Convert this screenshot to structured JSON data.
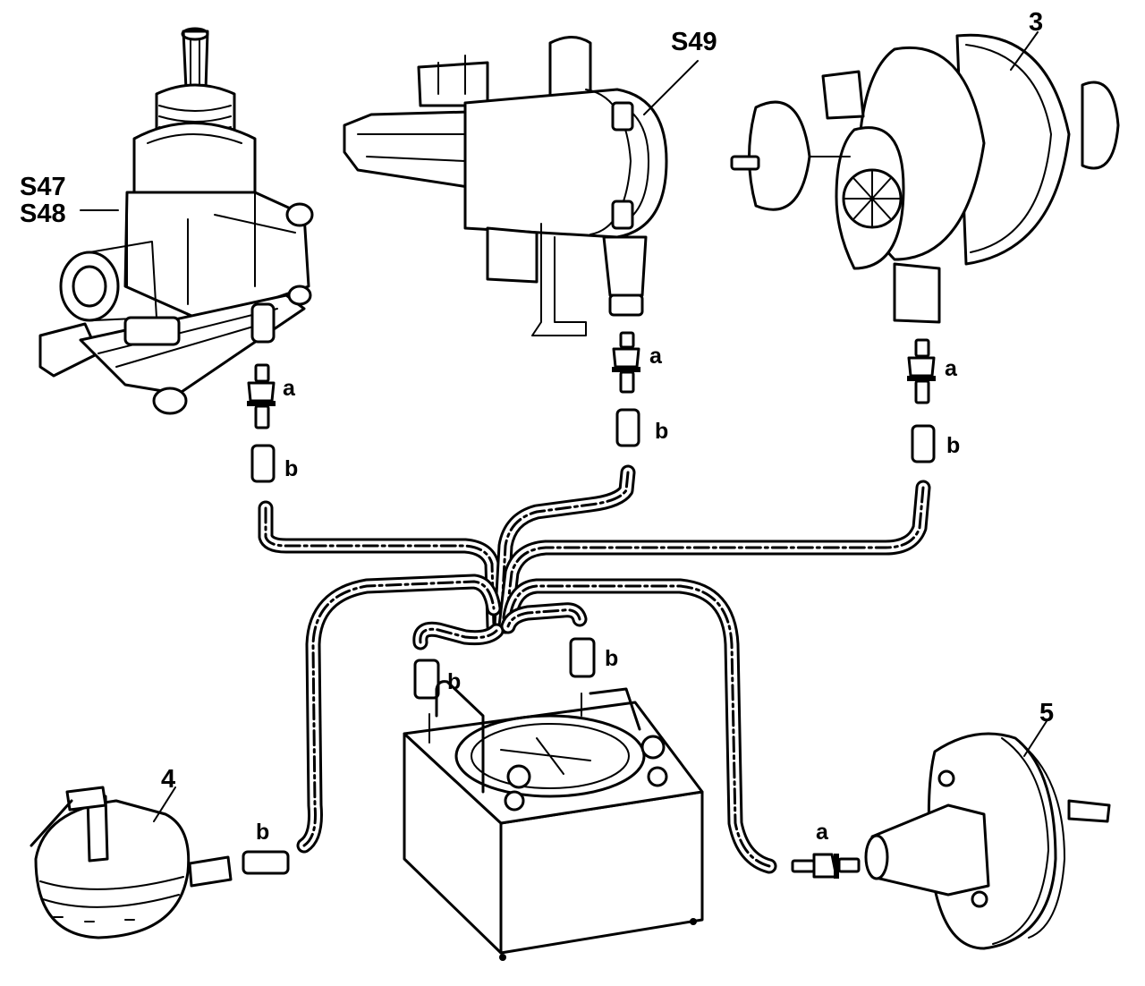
{
  "labels": {
    "s47": "S47",
    "s48": "S48",
    "s49": "S49",
    "n3": "3",
    "n4": "4",
    "n5": "5",
    "a": "a",
    "b": "b"
  }
}
